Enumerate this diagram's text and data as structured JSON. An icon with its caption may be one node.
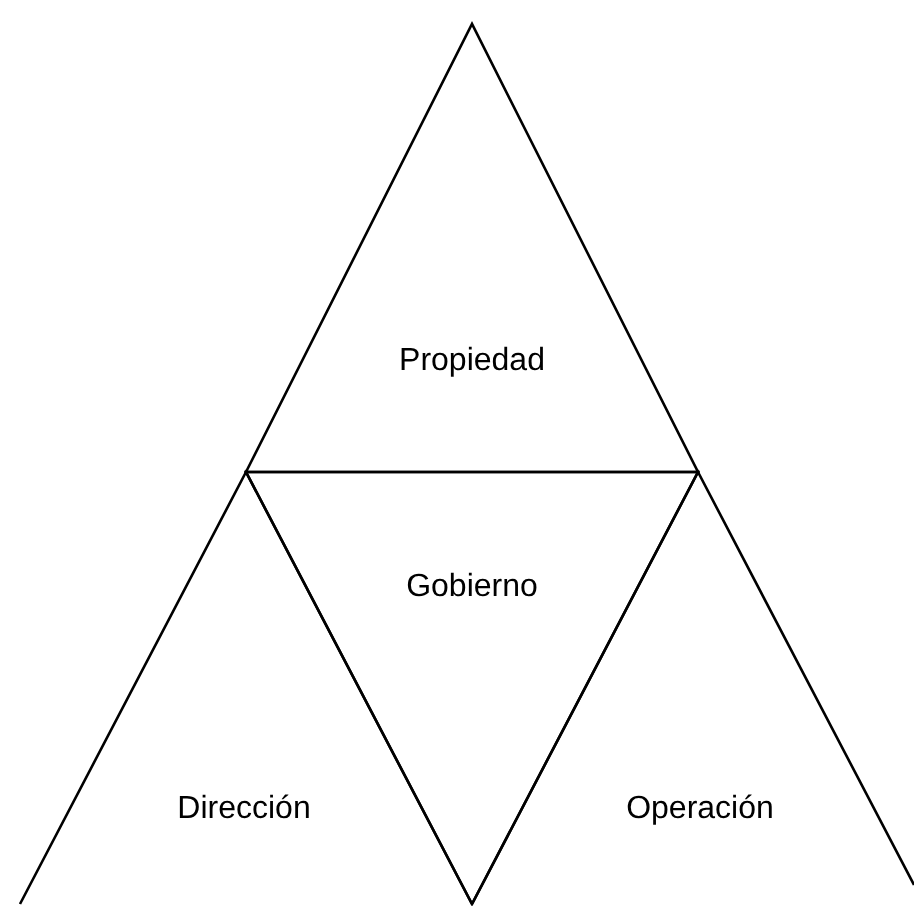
{
  "diagram": {
    "nodes": [
      {
        "text": [
          "Propiedad"
        ]
      },
      {
        "text": [
          "Gobierno"
        ]
      },
      {
        "text": [
          "Dirección"
        ]
      },
      {
        "text": [
          "Operación"
        ]
      }
    ]
  }
}
